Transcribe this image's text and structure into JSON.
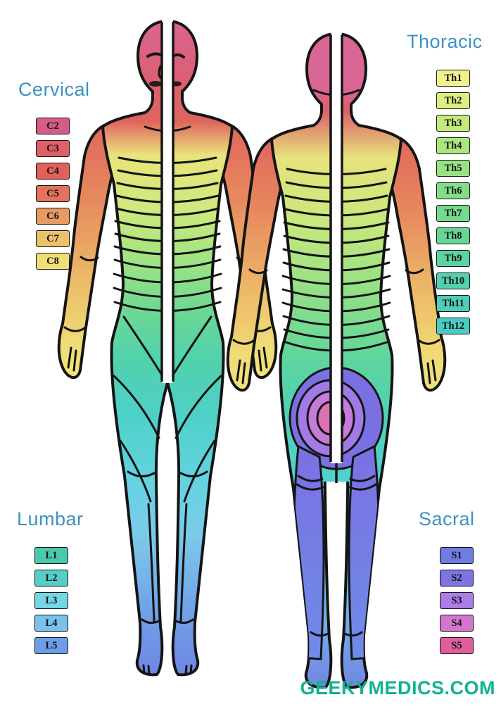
{
  "accent_color": "#3d91c6",
  "footer": {
    "brand": "GEEKYMEDICS.COM",
    "color": "#12b28e"
  },
  "figures": {
    "anterior": "anterior dermatome body map",
    "posterior": "posterior dermatome body map"
  },
  "sections": {
    "cervical": {
      "label": "Cervical",
      "items": [
        {
          "label": "C2",
          "color": "#d65b85"
        },
        {
          "label": "C3",
          "color": "#df5f68"
        },
        {
          "label": "C4",
          "color": "#e0605a"
        },
        {
          "label": "C5",
          "color": "#e3735c"
        },
        {
          "label": "C6",
          "color": "#e79a62"
        },
        {
          "label": "C7",
          "color": "#ebc16b"
        },
        {
          "label": "C8",
          "color": "#f0df76"
        }
      ]
    },
    "thoracic": {
      "label": "Thoracic",
      "items": [
        {
          "label": "Th1",
          "color": "#f3f08e"
        },
        {
          "label": "Th2",
          "color": "#dfee82"
        },
        {
          "label": "Th3",
          "color": "#c3ea7d"
        },
        {
          "label": "Th4",
          "color": "#ace67f"
        },
        {
          "label": "Th5",
          "color": "#98e282"
        },
        {
          "label": "Th6",
          "color": "#84de87"
        },
        {
          "label": "Th7",
          "color": "#74da8d"
        },
        {
          "label": "Th8",
          "color": "#67d695"
        },
        {
          "label": "Th9",
          "color": "#5cd3a0"
        },
        {
          "label": "Th10",
          "color": "#53d0ad"
        },
        {
          "label": "Th11",
          "color": "#4dceb9"
        },
        {
          "label": "Th12",
          "color": "#4accc4"
        }
      ]
    },
    "lumbar": {
      "label": "Lumbar",
      "items": [
        {
          "label": "L1",
          "color": "#4ac9ad"
        },
        {
          "label": "L2",
          "color": "#54cec6"
        },
        {
          "label": "L3",
          "color": "#73d7e6"
        },
        {
          "label": "L4",
          "color": "#7ac1ec"
        },
        {
          "label": "L5",
          "color": "#6e9de8"
        }
      ]
    },
    "sacral": {
      "label": "Sacral",
      "items": [
        {
          "label": "S1",
          "color": "#6f7de3"
        },
        {
          "label": "S2",
          "color": "#7d73e2"
        },
        {
          "label": "S3",
          "color": "#ac7de6"
        },
        {
          "label": "S4",
          "color": "#d476cd"
        },
        {
          "label": "S5",
          "color": "#df5f9e"
        }
      ]
    }
  }
}
